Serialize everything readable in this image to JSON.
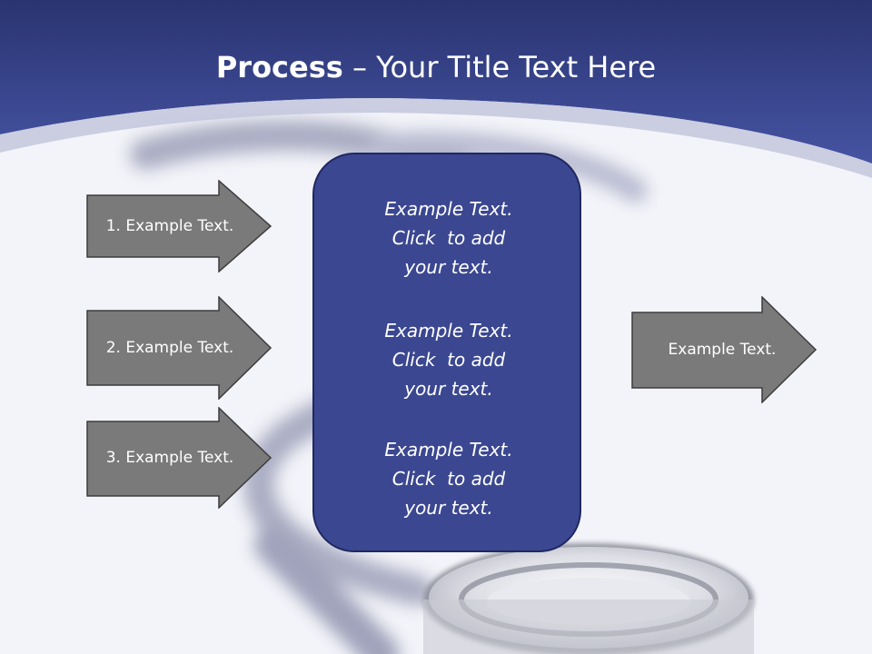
{
  "title": {
    "bold": "Process",
    "rest": " – Your Title Text Here"
  },
  "left_arrows": [
    {
      "label": "1. Example Text."
    },
    {
      "label": "2. Example Text."
    },
    {
      "label": "3. Example Text."
    }
  ],
  "center_blocks": [
    {
      "lines": [
        "Example Text.",
        "Click  to add",
        "your text."
      ]
    },
    {
      "lines": [
        "Example Text.",
        "Click  to add",
        "your text."
      ]
    },
    {
      "lines": [
        "Example Text.",
        "Click  to add",
        "your text."
      ]
    }
  ],
  "right_arrow": {
    "label": "Example Text."
  },
  "colors": {
    "header_blue": "#3a468c",
    "box_blue": "#3b4790",
    "arrow_gray": "#7a7a7a"
  }
}
